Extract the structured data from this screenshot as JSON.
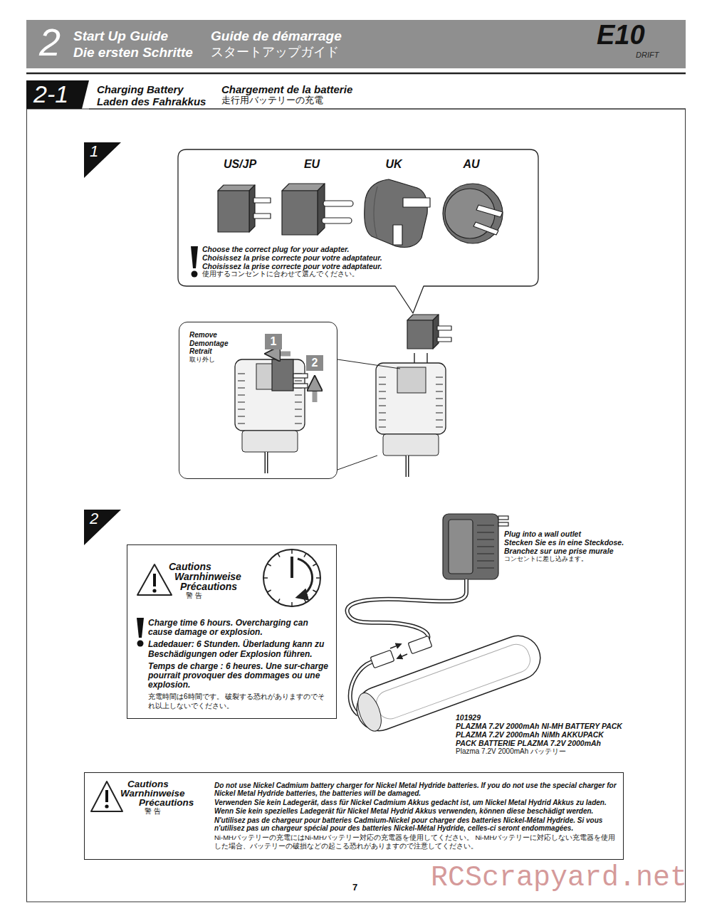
{
  "diagram": {
    "nodes": [
      {
        "text": [
          "2",
          "Start Up Guide",
          "Die ersten Schritte",
          "Guide de démarrage",
          "スタートアップガイド"
        ]
      },
      {
        "text": [
          "2-1"
        ]
      },
      {
        "text": [
          "1"
        ]
      },
      {
        "text": [
          "US/JP",
          "EU",
          "UK",
          "AU",
          "Choose the correct plug for your adapter.",
          "Choisissez la prise correcte pour votre adaptateur.",
          "Choisissez la prise correcte pour votre adaptateur.",
          "使用するコンセントに合わせて選んでください。"
        ]
      },
      {
        "text": [
          "Remove",
          "Demontage",
          "Retrait",
          "取り外し"
        ]
      },
      {
        "text": [
          "1"
        ],
        "in": 4
      },
      {
        "text": [
          "2"
        ],
        "in": 4
      },
      {
        "text": [
          "2"
        ]
      },
      {
        "text": [
          "Cautions",
          "Warnhinweise",
          "Précautions",
          "警 告",
          "Charge time 6 hours. Overcharging can cause damage or explosion.",
          "Ladedauer: 6 Stunden. Überladung kann zu Beschädigungen oder Explosion führen.",
          "Temps de charge : 6 heures. Une sur-charge pourrait provoquer des dommages ou une explosion.",
          "充電時間は6時間です。 破裂する恐れがありますのでそれ以上しないでください。"
        ]
      },
      {
        "text": [
          "Cautions",
          "Warnhinweise",
          "Précautions",
          "警 告",
          "Do not use Nickel Cadmium battery charger for Nickel Metal Hydride batteries. If you do not use the special charger for Nickel Metal Hydride batteries, the batteries will be damaged.",
          "Verwenden Sie kein Ladegerät, dass für Nickel Cadmium Akkus gedacht ist, um Nickel Metal Hydrid Akkus zu laden. Wenn Sie kein spezielles Ladegerät für Nickel Metal Hydrid Akkus verwenden, können diese beschädigt werden.",
          "N'utilisez pas de chargeur pour batteries Cadmium-Nickel pour charger des batteries Nickel-Métal Hydride. Si vous n'utilisez pas un chargeur spécial pour des batteries Nickel-Métal Hydride, celles-ci seront endommagées.",
          "Ni-MHバッテリーの充電にはNi-MHバッテリー対応の充電器を使用してください。 Ni-MHバッテリーに対応しない充電器を使用した場合、バッテリーの破損などの起こる恐れがありますので注意してください。"
        ]
      }
    ],
    "labels": [
      "E10",
      "DRIFT",
      "Charging Battery",
      "Laden des Fahrakkus",
      "Chargement de la batterie",
      "走行用バッテリーの充電",
      "Plug into a wall outlet",
      "Stecken Sie es in eine Steckdose.",
      "Branchez sur une prise murale",
      "コンセントに差し込みます。",
      "101929",
      "PLAZMA 7.2V 2000mAh NI-MH BATTERY PACK",
      "PLAZMA 7.2V 2000mAh NiMh AKKUPACK",
      "PACK BATTERIE PLAZMA 7.2V 2000mAh",
      "Plazma 7.2V 2000mAh バッテリー",
      "7",
      "RCScrapyard.net"
    ]
  }
}
